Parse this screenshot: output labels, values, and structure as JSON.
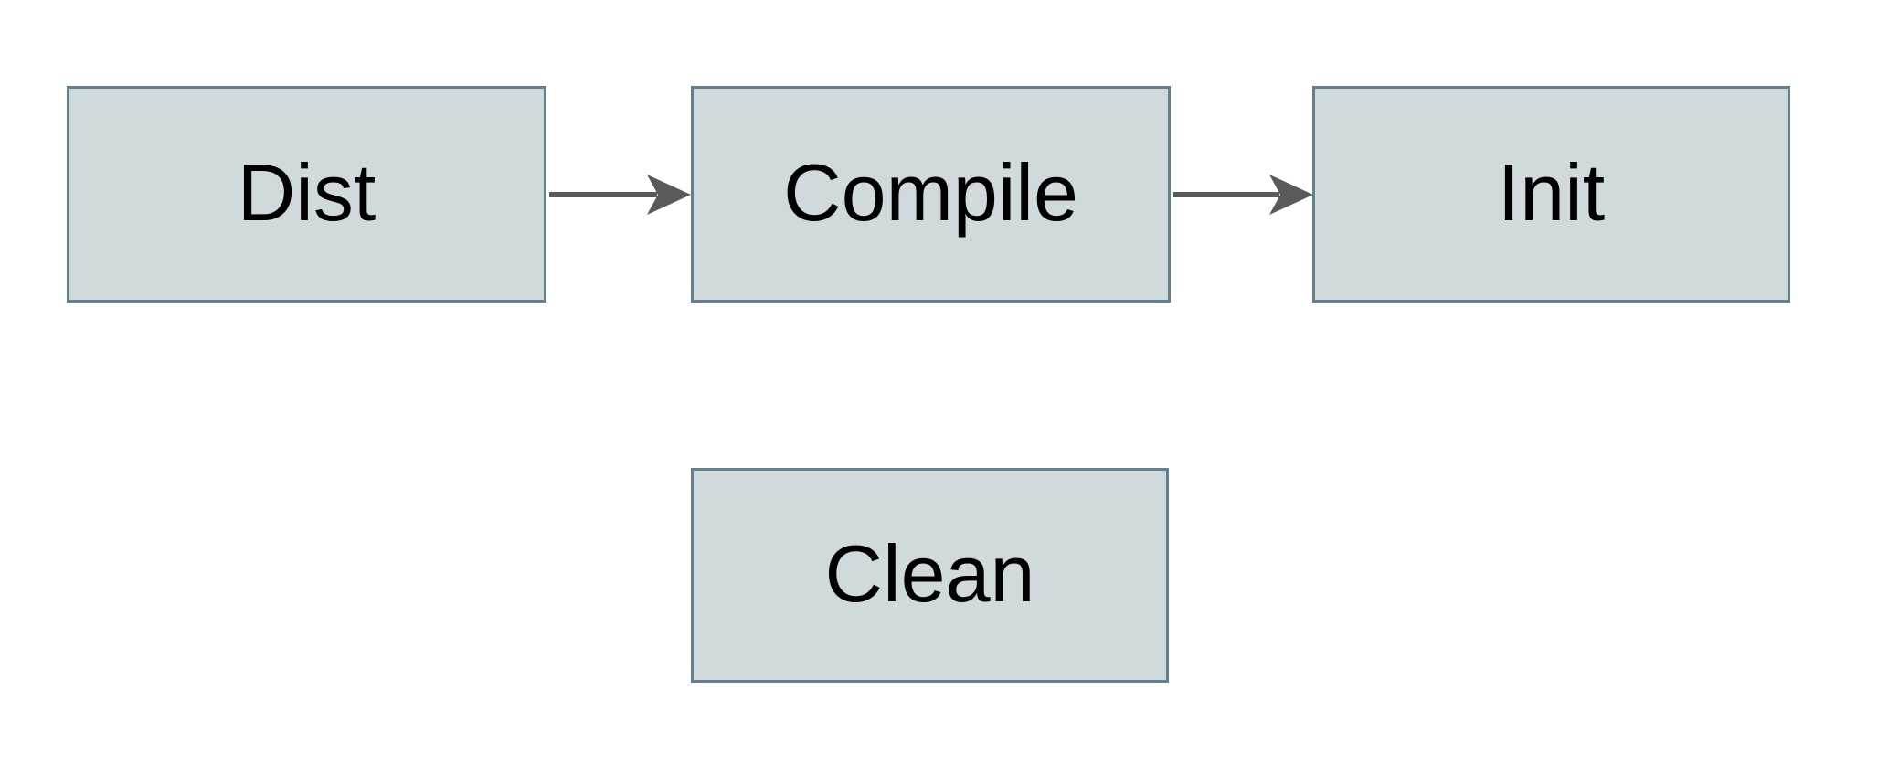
{
  "diagram": {
    "type": "flowchart",
    "background_color": "#ffffff",
    "nodes": [
      {
        "id": "dist",
        "label": "Dist",
        "row": "top",
        "order": 1
      },
      {
        "id": "compile",
        "label": "Compile",
        "row": "top",
        "order": 2
      },
      {
        "id": "init",
        "label": "Init",
        "row": "top",
        "order": 3
      },
      {
        "id": "clean",
        "label": "Clean",
        "row": "bottom",
        "order": 1
      }
    ],
    "edges": [
      {
        "from": "Dist",
        "to": "Compile",
        "style": "solid",
        "arrowhead": "barbed-right"
      },
      {
        "from": "Compile",
        "to": "Init",
        "style": "solid",
        "arrowhead": "barbed-right"
      }
    ],
    "colors": {
      "node_fill": "#d0d9db",
      "node_border": "#64808d",
      "arrow": "#595a5c",
      "text": "#000000",
      "canvas_bg": "#ffffff"
    }
  }
}
